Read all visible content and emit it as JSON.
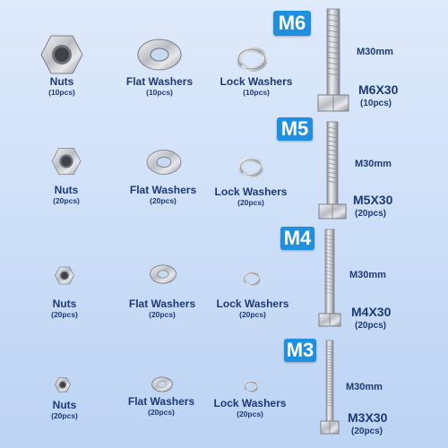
{
  "rows": [
    {
      "nuts": {
        "label": "Nuts",
        "qty": "(10pcs)"
      },
      "flat": {
        "label": "Flat Washers",
        "qty": "(10pcs)"
      },
      "lock": {
        "label": "Lock Washers",
        "qty": "(10pcs)"
      },
      "bolt": {
        "size_badge": "M6",
        "length": "M30mm",
        "spec": "M6X30",
        "qty": "(10pcs)"
      }
    },
    {
      "nuts": {
        "label": "Nuts",
        "qty": "(20pcs)"
      },
      "flat": {
        "label": "Flat Washers",
        "qty": "(20pcs)"
      },
      "lock": {
        "label": "Lock Washers",
        "qty": "(20pcs)"
      },
      "bolt": {
        "size_badge": "M5",
        "length": "M30mm",
        "spec": "M5X30",
        "qty": "(20pcs)"
      }
    },
    {
      "nuts": {
        "label": "Nuts",
        "qty": "(20pcs)"
      },
      "flat": {
        "label": "Flat Washers",
        "qty": "(20pcs)"
      },
      "lock": {
        "label": "Lock Washers",
        "qty": "(20pcs)"
      },
      "bolt": {
        "size_badge": "M4",
        "length": "M30mm",
        "spec": "M4X30",
        "qty": "(20pcs)"
      }
    },
    {
      "nuts": {
        "label": "Nuts",
        "qty": "(20pcs)"
      },
      "flat": {
        "label": "Flat Washers",
        "qty": "(20pcs)"
      },
      "lock": {
        "label": "Lock Washers",
        "qty": "(20pcs)"
      },
      "bolt": {
        "size_badge": "M3",
        "length": "M30mm",
        "spec": "M3X30",
        "qty": "(20pcs)"
      }
    }
  ],
  "colors": {
    "badge": "#1f8fe0",
    "text": "#1d3a75",
    "metal": "#c9ccd1"
  },
  "icons": [
    "hex-nut-icon",
    "flat-washer-icon",
    "lock-washer-icon",
    "hex-bolt-icon"
  ]
}
